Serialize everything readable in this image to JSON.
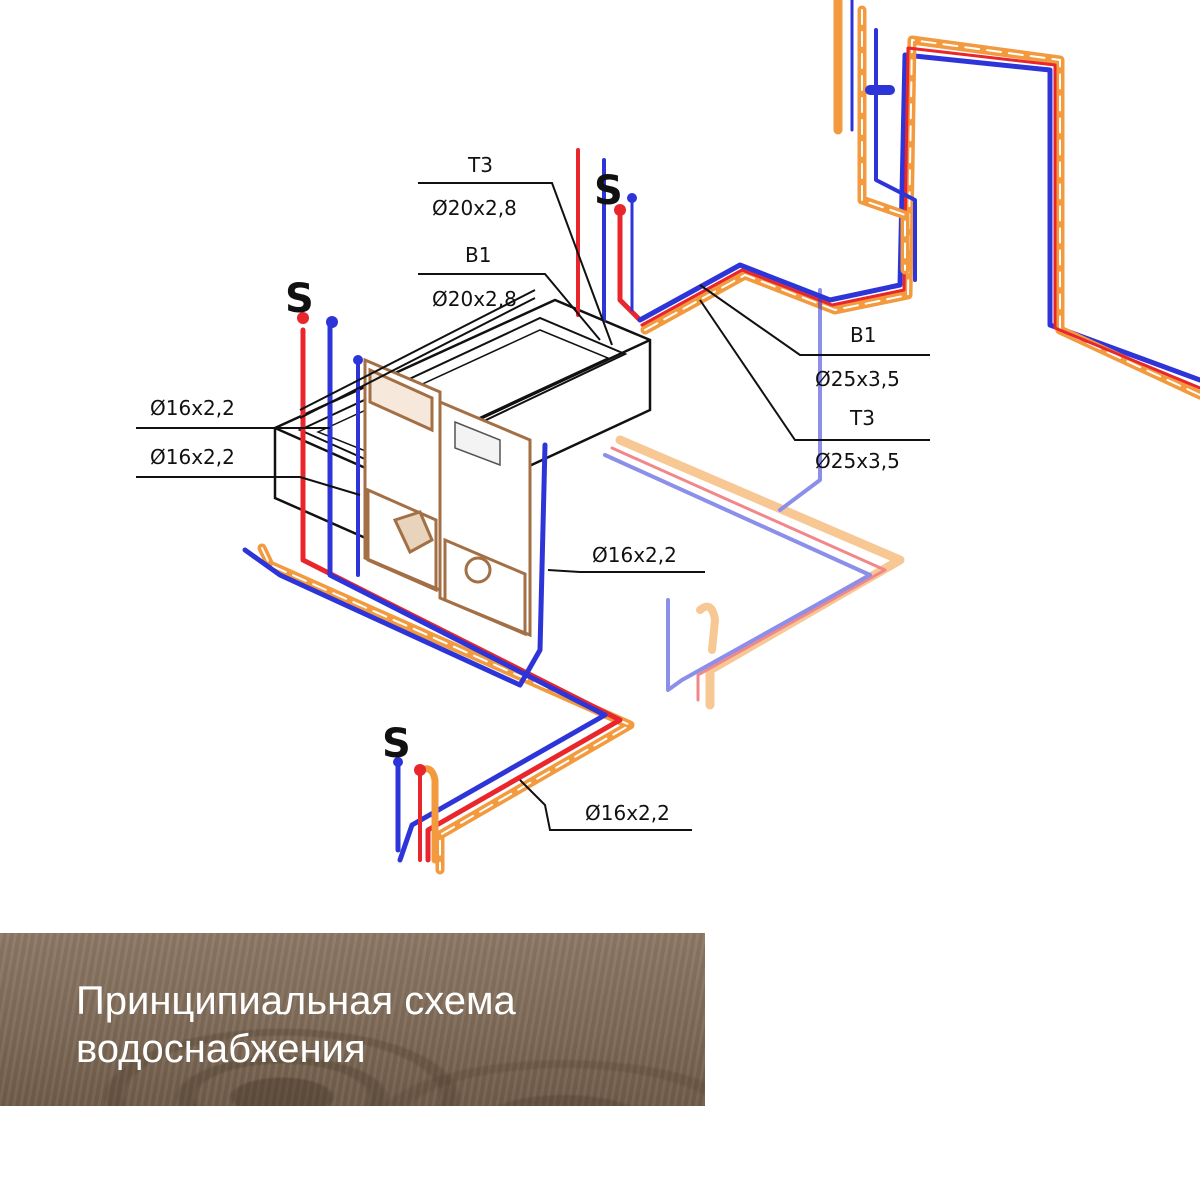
{
  "diagram": {
    "labels": {
      "t3_top": "Т3",
      "t3_top_dim": "Ø20x2,8",
      "b1_top": "В1",
      "b1_top_dim": "Ø20x2,8",
      "b1_right": "В1",
      "b1_right_dim": "Ø25x3,5",
      "t3_right": "Т3",
      "t3_right_dim": "Ø25x3,5",
      "left_dim_1": "Ø16x2,2",
      "left_dim_2": "Ø16x2,2",
      "mid_dim": "Ø16x2,2",
      "bottom_dim": "Ø16x2,2"
    },
    "valves": {
      "left": "S",
      "top": "S",
      "bottom": "S"
    },
    "colors": {
      "hot": "#e8262b",
      "cold": "#2d35d8",
      "recirc": "#f29a3d",
      "frame": "#a36f45",
      "line": "#111111"
    }
  },
  "caption": {
    "text": "Принципиальная схема\nводоснабжения"
  }
}
